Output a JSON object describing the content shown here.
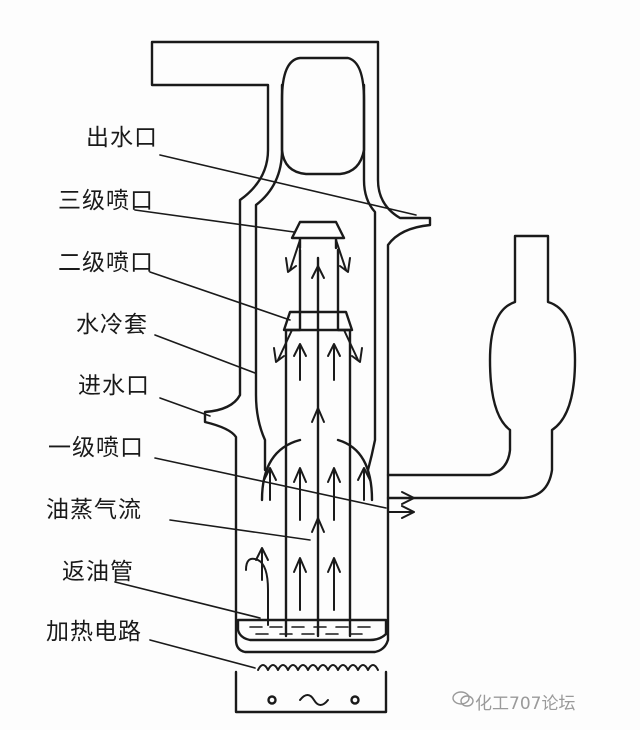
{
  "labels": {
    "water_outlet": "出水口",
    "third_nozzle": "三级喷口",
    "second_nozzle": "二级喷口",
    "water_jacket": "水冷套",
    "water_inlet": "进水口",
    "first_nozzle": "一级喷口",
    "oil_vapor_flow": "油蒸气流",
    "oil_return_pipe": "返油管",
    "heating_circuit": "加热电路"
  },
  "watermark": {
    "text": "化工707论坛",
    "icon": "chat-bubble-icon"
  },
  "colors": {
    "ink": "#1a1a1a",
    "paper": "#fdfdfd"
  }
}
